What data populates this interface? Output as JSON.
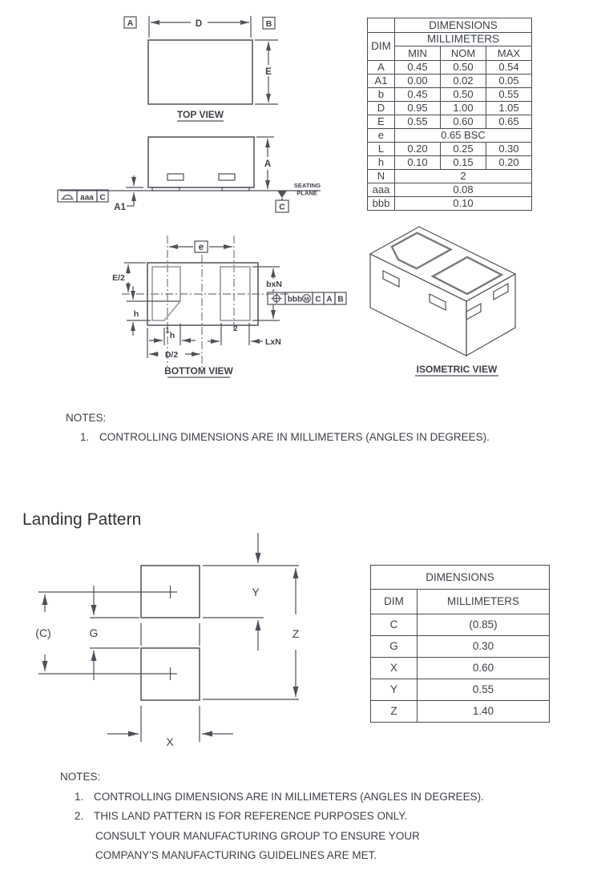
{
  "doc": {
    "package": {
      "top_view": {
        "title": "TOP VIEW",
        "datum_a": "A",
        "datum_b": "B",
        "dim_d": "D",
        "dim_e": "E"
      },
      "side_view": {
        "dim_a": "A",
        "dim_a1": "A1",
        "seating_line1": "SEATING",
        "seating_line2": "PLANE",
        "datum_c": "C",
        "fcf_tol": "aaa",
        "fcf_datum": "C"
      },
      "bottom_view": {
        "title": "BOTTOM VIEW",
        "dim_pitch": "e",
        "dim_e_half": "E/2",
        "dim_h_side": "h",
        "dim_h_bottom": "h",
        "dim_d_half": "D/2",
        "dim_b": "bxN",
        "dim_l": "LxN",
        "pin_1": "1",
        "pin_2": "2",
        "fcf_tol": "bbb",
        "fcf_mod": "M",
        "fcf_d1": "C",
        "fcf_d2": "A",
        "fcf_d3": "B"
      },
      "isometric_view": {
        "title": "ISOMETRIC VIEW"
      },
      "table": {
        "title": "DIMENSIONS",
        "units": "MILLIMETERS",
        "dim": "DIM",
        "min": "MIN",
        "nom": "NOM",
        "max": "MAX",
        "rows": [
          {
            "d": "A",
            "min": "0.45",
            "nom": "0.50",
            "max": "0.54"
          },
          {
            "d": "A1",
            "min": "0.00",
            "nom": "0.02",
            "max": "0.05"
          },
          {
            "d": "b",
            "min": "0.45",
            "nom": "0.50",
            "max": "0.55"
          },
          {
            "d": "D",
            "min": "0.95",
            "nom": "1.00",
            "max": "1.05"
          },
          {
            "d": "E",
            "min": "0.55",
            "nom": "0.60",
            "max": "0.65"
          },
          {
            "d": "e",
            "span": "0.65 BSC"
          },
          {
            "d": "L",
            "min": "0.20",
            "nom": "0.25",
            "max": "0.30"
          },
          {
            "d": "h",
            "min": "0.10",
            "nom": "0.15",
            "max": "0.20"
          },
          {
            "d": "N",
            "span": "2"
          },
          {
            "d": "aaa",
            "span": "0.08"
          },
          {
            "d": "bbb",
            "span": "0.10"
          }
        ]
      },
      "notes": {
        "heading": "NOTES:",
        "item1_num": "1.",
        "item1": "CONTROLLING DIMENSIONS ARE IN MILLIMETERS (ANGLES IN DEGREES)."
      }
    },
    "landing": {
      "title": "Landing Pattern",
      "dim_c": "(C)",
      "dim_g": "G",
      "dim_x": "X",
      "dim_y": "Y",
      "dim_z": "Z",
      "table": {
        "title": "DIMENSIONS",
        "dim": "DIM",
        "units": "MILLIMETERS",
        "rows": [
          {
            "d": "C",
            "v": "(0.85)"
          },
          {
            "d": "G",
            "v": "0.30"
          },
          {
            "d": "X",
            "v": "0.60"
          },
          {
            "d": "Y",
            "v": "0.55"
          },
          {
            "d": "Z",
            "v": "1.40"
          }
        ]
      },
      "notes": {
        "heading": "NOTES:",
        "item1_num": "1.",
        "item1": "CONTROLLING DIMENSIONS ARE IN MILLIMETERS (ANGLES IN DEGREES).",
        "item2_num": "2.",
        "item2": "THIS LAND PATTERN IS FOR REFERENCE PURPOSES ONLY.",
        "item2_cont1": "CONSULT YOUR MANUFACTURING GROUP TO ENSURE YOUR",
        "item2_cont2": "COMPANY'S MANUFACTURING GUIDELINES ARE MET."
      }
    },
    "colors": {
      "line": "#4d5159",
      "text": "#3d4148",
      "pad_gray": "#97999d"
    }
  }
}
